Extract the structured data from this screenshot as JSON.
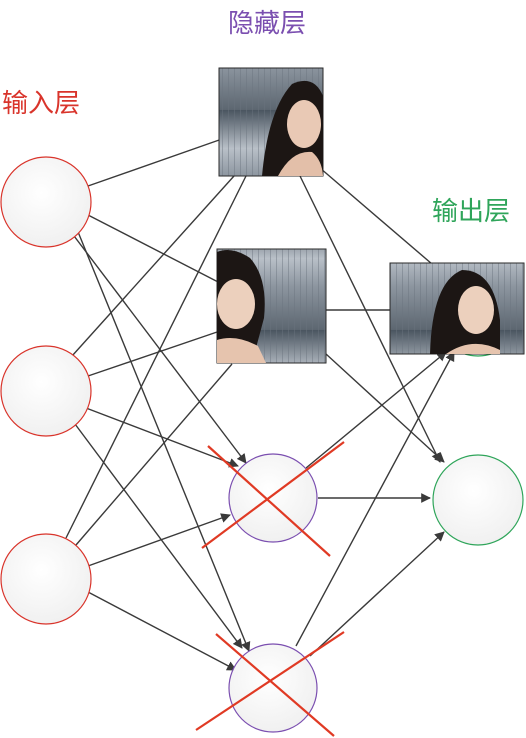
{
  "labels": {
    "input_layer": "输入层",
    "hidden_layer": "隐藏层",
    "output_layer": "输出层"
  },
  "colors": {
    "input_accent": "#d9342b",
    "hidden_accent": "#7b4fb0",
    "output_accent": "#2fa55a"
  },
  "nodes": {
    "input": [
      {
        "id": "in1",
        "dropped": false
      },
      {
        "id": "in2",
        "dropped": false
      },
      {
        "id": "in3",
        "dropped": false
      }
    ],
    "hidden": [
      {
        "id": "h1",
        "shown_as": "portrait-photo",
        "dropped": false
      },
      {
        "id": "h2",
        "shown_as": "portrait-photo",
        "dropped": false
      },
      {
        "id": "h3",
        "shown_as": "circle",
        "dropped": true
      },
      {
        "id": "h4",
        "shown_as": "circle",
        "dropped": true
      }
    ],
    "output": [
      {
        "id": "o1",
        "shown_as": "portrait-photo"
      },
      {
        "id": "o2",
        "shown_as": "circle"
      }
    ]
  },
  "connections": {
    "input_to_hidden": "fully-connected",
    "hidden_to_output": "fully-connected"
  }
}
